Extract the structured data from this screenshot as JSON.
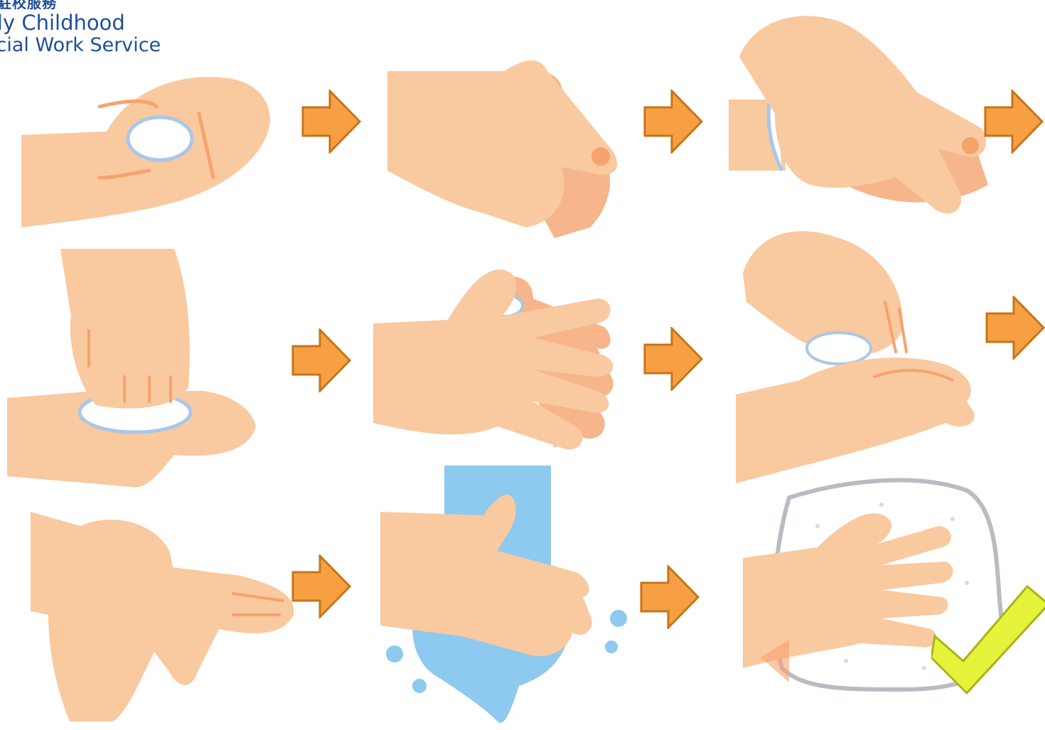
{
  "logo": {
    "line1": "駐校服務",
    "line2": "rly Childhood",
    "line3": "ocial Work Service"
  },
  "steps": [
    {
      "name": "step-1-soap-in-palm",
      "illustration": "palm-with-soap-icon"
    },
    {
      "name": "step-2-rub-back-of-hand",
      "illustration": "hand-back-rub-icon"
    },
    {
      "name": "step-3-rub-fingers",
      "illustration": "fingers-rub-icon"
    },
    {
      "name": "step-4-fingertips-in-palm",
      "illustration": "fingertips-palm-icon"
    },
    {
      "name": "step-5-interlace-fingers",
      "illustration": "interlaced-fingers-icon"
    },
    {
      "name": "step-6-rub-thumbs",
      "illustration": "thumb-rub-icon"
    },
    {
      "name": "step-7-rub-wrists",
      "illustration": "wrist-rub-icon"
    },
    {
      "name": "step-8-rinse",
      "illustration": "rinse-water-icon"
    },
    {
      "name": "step-9-dry-with-towel",
      "illustration": "towel-dry-icon"
    }
  ],
  "colors": {
    "skin": "#f9c9a0",
    "skin_shadow": "#f6a36c",
    "arrow_fill": "#f6a043",
    "arrow_stroke": "#c87418",
    "soap": "#a9c7e8",
    "water": "#8ec9ef",
    "towel_border": "#b8bcc2",
    "check": "#e5f33a",
    "logo_text": "#1d4f9c"
  },
  "final_mark": "checkmark-icon"
}
